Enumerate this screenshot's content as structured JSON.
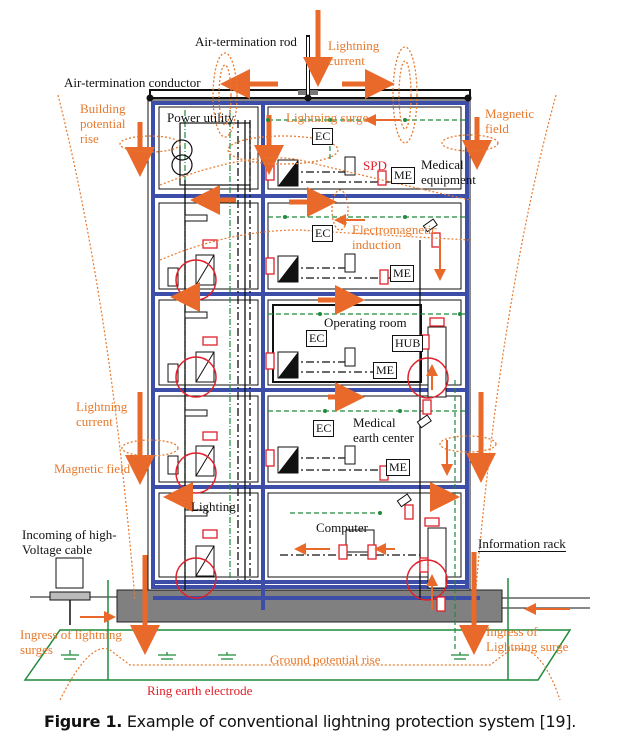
{
  "figure": {
    "caption_label": "Figure 1.",
    "caption_text": " Example of conventional lightning protection system [19]."
  },
  "colors": {
    "building_frame": "#3c4ea8",
    "lightning_arrow": "#e8692a",
    "equipotential_green": "#1e8a3a",
    "spd_red": "#e0202a",
    "annotation_orange": "#e87a2e",
    "foundation_gray": "#808080"
  },
  "labels": {
    "air_termination_rod": "Air-termination rod",
    "air_termination_conductor": "Air-termination conductor",
    "lightning_current_top": "Lightning\ncurrent",
    "building_potential_rise": "Building\npotential\nrise",
    "power_utility": "Power utility",
    "lightning_surge": "Lightning surge",
    "magnetic_field_top": "Magnetic\nfield",
    "spd": "SPD",
    "medical_equipment": "Medical\nequipment",
    "electromagnetic_induction": "Electromagnetic\ninduction",
    "operating_room": "Operating room",
    "hub": "HUB",
    "lightning_current_left": "Lightning\ncurrent",
    "magnetic_field_left": "Magnetic field",
    "medical_earth_center": "Medical\nearth center",
    "lighting": "Lighting",
    "computer": "Computer",
    "information_rack": "Information rack",
    "incoming_hv_cable": "Incoming of high-\nVoltage cable",
    "ingress_left": "Ingress of lightning\nsurges",
    "ingress_right": "Ingress of\nLightning surge",
    "ground_potential_rise": "Ground potential rise",
    "ring_earth_electrode": "Ring earth electrode",
    "ec": "EC",
    "me": "ME"
  }
}
